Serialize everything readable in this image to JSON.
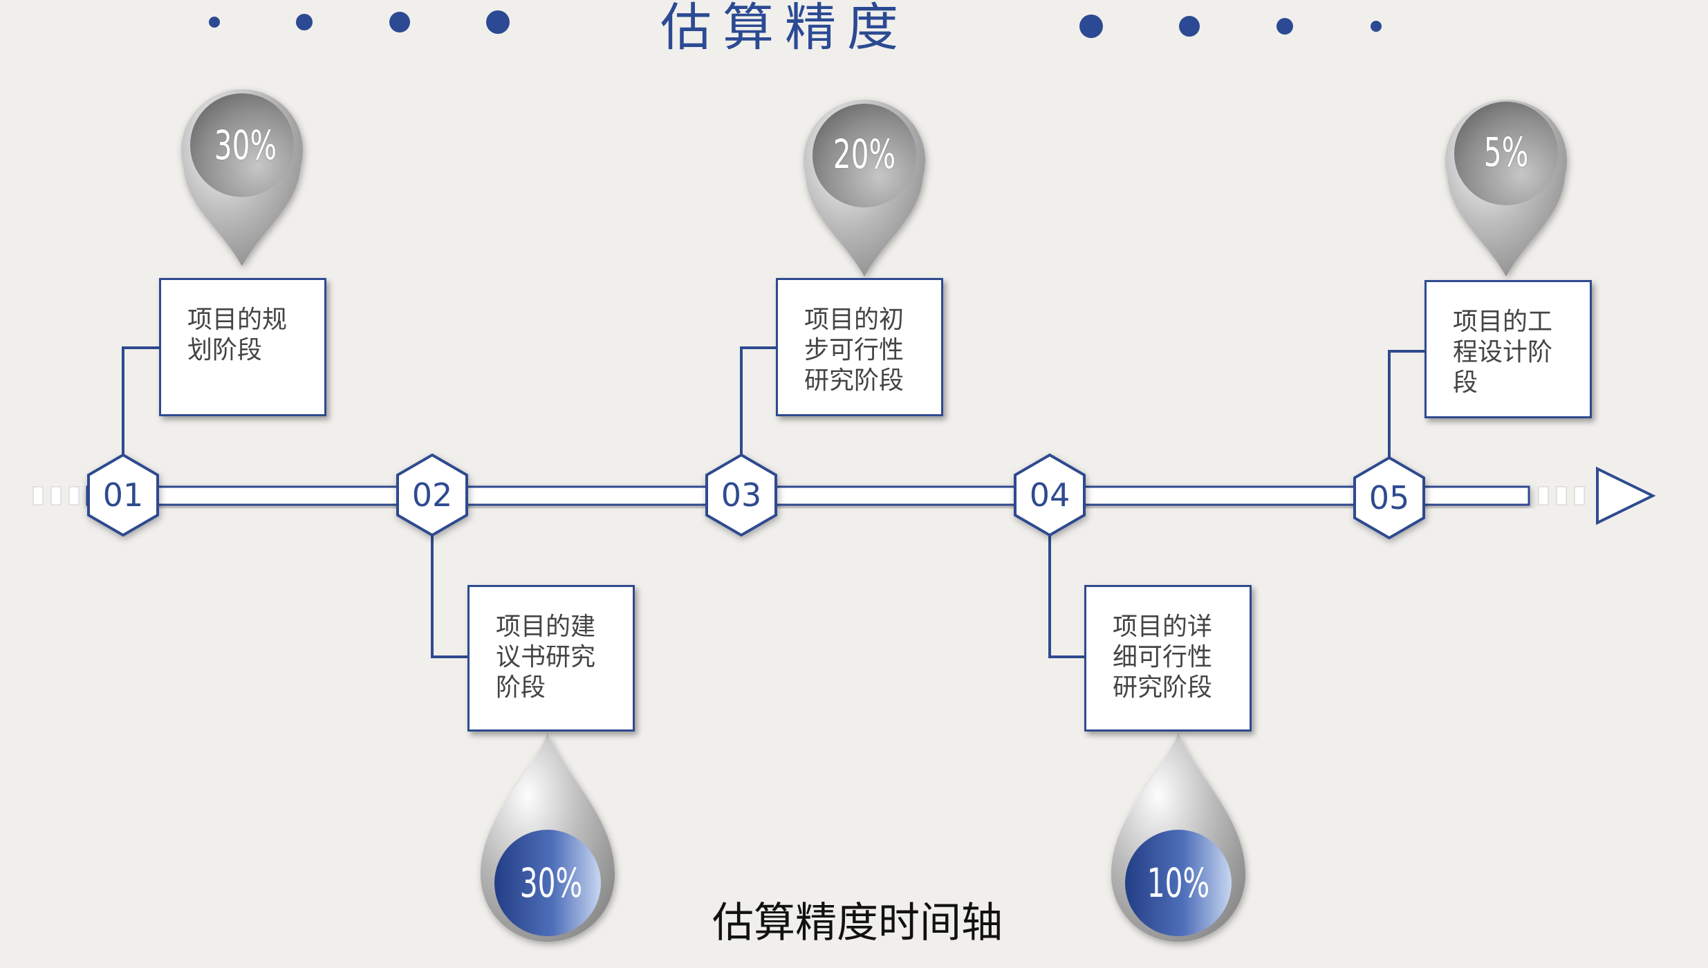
{
  "title": "估算精度",
  "subtitle": "估算精度时间轴",
  "colors": {
    "accent": "#2e4a8f",
    "background": "#f1efec"
  },
  "stages": [
    {
      "number": "01",
      "label": "项目的规划阶段",
      "accuracy": "30%"
    },
    {
      "number": "02",
      "label": "项目的建议书研究阶段",
      "accuracy": "30%"
    },
    {
      "number": "03",
      "label": "项目的初步可行性研究阶段",
      "accuracy": "20%"
    },
    {
      "number": "04",
      "label": "项目的详细可行性研究阶段",
      "accuracy": "10%"
    },
    {
      "number": "05",
      "label": "项目的工程设计阶段",
      "accuracy": "5%"
    }
  ]
}
